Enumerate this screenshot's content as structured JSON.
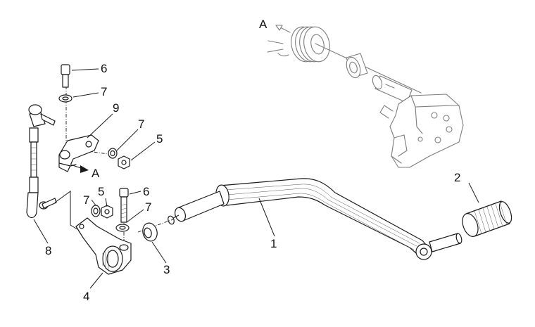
{
  "diagram": {
    "callouts": {
      "c1": "1",
      "c2": "2",
      "c3": "3",
      "c4": "4",
      "c5a": "5",
      "c5b": "5",
      "c6a": "6",
      "c6b": "6",
      "c7a": "7",
      "c7b": "7",
      "c7c": "7",
      "c7d": "7",
      "c8": "8",
      "c9": "9"
    },
    "view_refs": {
      "ref_a_left": "A",
      "ref_a_top": "A"
    }
  }
}
